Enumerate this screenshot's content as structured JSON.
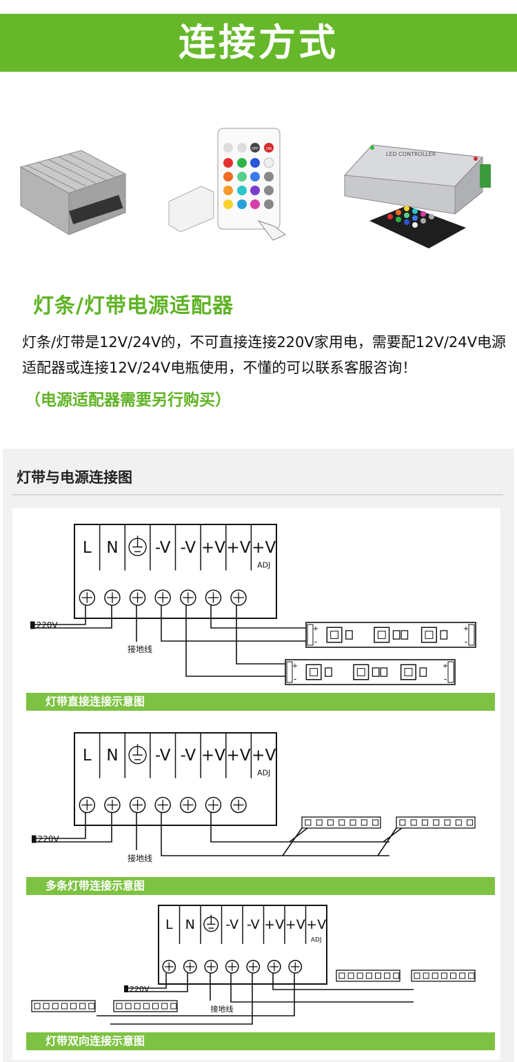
{
  "banner": {
    "title": "连接方式"
  },
  "products": {
    "controller_label": "LED CONTROLLER",
    "remote_buttons": [
      "OFF",
      "ON",
      "R",
      "G",
      "B",
      "W"
    ]
  },
  "section": {
    "title": "灯条/灯带电源适配器",
    "paragraph": "灯条/灯带是12V/24V的，不可直接连接220V家用电，需要配12V/24V电源适配器或连接12V/24V电瓶使用，不懂的可以联系客服咨询！",
    "note": "（电源适配器需要另行购买）"
  },
  "panel": {
    "title": "灯带与电源连接图"
  },
  "terminals": [
    "L",
    "N",
    "-V",
    "-V",
    "+V",
    "+V",
    "+V"
  ],
  "adj_label": "ADJ",
  "voltage_label": "220V",
  "ground_label": "接地线",
  "strip_marks": {
    "plus": "+",
    "minus": "-"
  },
  "captions": [
    "灯带直接连接示意图",
    "多条灯带连接示意图",
    "灯带双向连接示意图"
  ],
  "colors": {
    "banner": "#66b82a",
    "accent": "#5fb324",
    "caption_bar": "#7dc242"
  }
}
